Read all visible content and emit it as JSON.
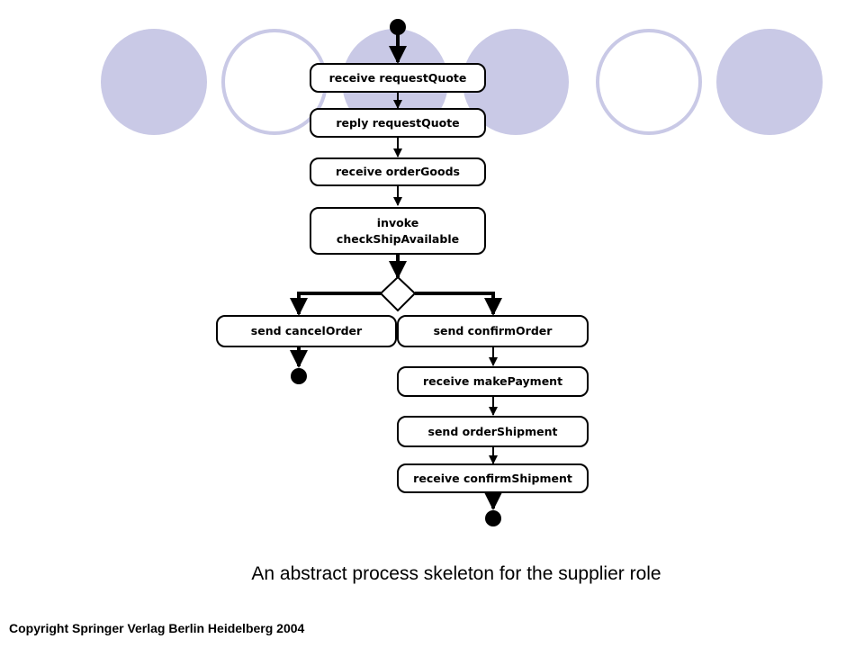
{
  "diagram": {
    "nodes": {
      "receive_request_quote": "receive requestQuote",
      "reply_request_quote": "reply requestQuote",
      "receive_order_goods": "receive orderGoods",
      "invoke_check_ship_available": "invoke\ncheckShipAvailable",
      "send_cancel_order": "send cancelOrder",
      "send_confirm_order": "send confirmOrder",
      "receive_make_payment": "receive makePayment",
      "send_order_shipment": "send orderShipment",
      "receive_confirm_shipment": "receive confirmShipment"
    }
  },
  "caption": "An abstract process skeleton for the supplier role",
  "copyright": "Copyright Springer Verlag Berlin Heidelberg 2004",
  "colors": {
    "decor": "#c9c9e6",
    "line": "#000000"
  }
}
